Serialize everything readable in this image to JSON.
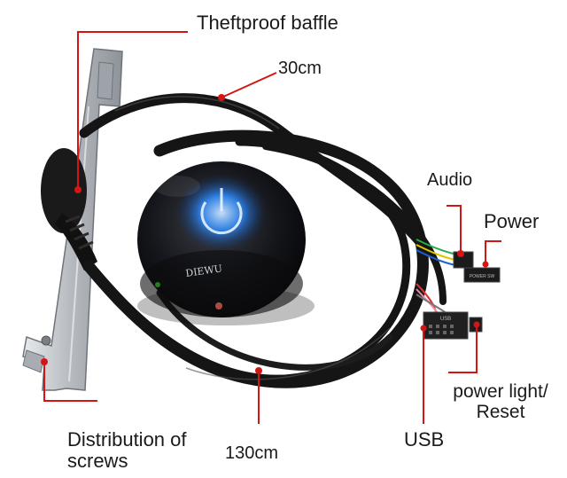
{
  "labels": {
    "theftproof_baffle": "Theftproof baffle",
    "cable_30cm": "30cm",
    "audio": "Audio",
    "power": "Power",
    "power_light_reset_line1": "power light/",
    "power_light_reset_line2": "Reset",
    "usb": "USB",
    "cable_130cm": "130cm",
    "distribution_line1": "Distribution of",
    "distribution_line2": "screws"
  },
  "product_markings": {
    "brand": "DIEWU",
    "connector": "POWER SW",
    "usb_header": "USB"
  },
  "colors": {
    "pointer_line": "#d41515",
    "pointer_dot": "#d41515",
    "cable": "#151515",
    "button_glow": "#2d8cff",
    "bracket_metal": "#c9ccd0"
  },
  "icons": {
    "power_button": "power-button-icon"
  }
}
